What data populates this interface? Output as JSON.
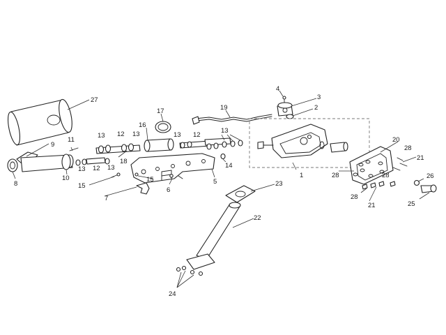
{
  "diagram": {
    "callouts": [
      "1",
      "2",
      "3",
      "4",
      "5",
      "6",
      "7",
      "8",
      "9",
      "10",
      "11",
      "12",
      "12",
      "12",
      "13",
      "13",
      "13",
      "13",
      "13",
      "13",
      "14",
      "15",
      "15",
      "16",
      "17",
      "18",
      "19",
      "20",
      "21",
      "21",
      "22",
      "23",
      "24",
      "25",
      "26",
      "27",
      "28",
      "28",
      "28",
      "28"
    ]
  },
  "colors": {
    "line": "#222222",
    "frame": "#777777",
    "background": "#ffffff"
  }
}
